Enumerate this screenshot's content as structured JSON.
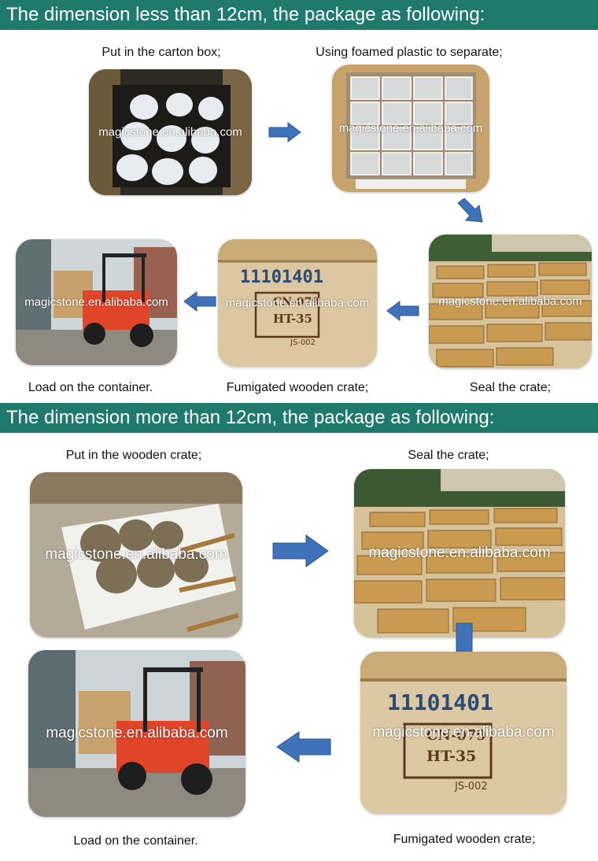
{
  "sections": [
    {
      "title": "The dimension less than 12cm, the package as following:",
      "steps": [
        {
          "caption": "Put in the carton box;",
          "watermark": "magicstone.en.alibaba.com"
        },
        {
          "caption": "Using foamed plastic to separate;",
          "watermark": "magicstone.en.alibaba.com"
        },
        {
          "caption": "Seal the crate;",
          "watermark": "magicstone.en.alibaba.com"
        },
        {
          "caption": "Fumigated wooden crate;",
          "watermark": "magicstone.en.alibaba.com",
          "stamp_text": [
            "11101401",
            "CN-079",
            "HT-35",
            "JS-002"
          ]
        },
        {
          "caption": "Load on the container.",
          "watermark": "magicstone.en.alibaba.com"
        }
      ]
    },
    {
      "title": "The dimension more than 12cm, the package as following:",
      "steps": [
        {
          "caption": "Put in the wooden crate;",
          "watermark": "magicstone.en.alibaba.com"
        },
        {
          "caption": "Seal the crate;",
          "watermark": "magicstone.en.alibaba.com"
        },
        {
          "caption": "Fumigated wooden crate;",
          "watermark": "magicstone.en.alibaba.com",
          "stamp_text": [
            "11101401",
            "CN-079",
            "HT-35",
            "JS-002"
          ]
        },
        {
          "caption": "Load on the container.",
          "watermark": "magicstone.en.alibaba.com"
        }
      ]
    }
  ],
  "colors": {
    "banner": "#1f7a6c",
    "arrow_fill": "#3f72b8",
    "arrow_stroke": "#2a5591"
  },
  "icons": {
    "arrow": "flow-arrow-icon"
  }
}
